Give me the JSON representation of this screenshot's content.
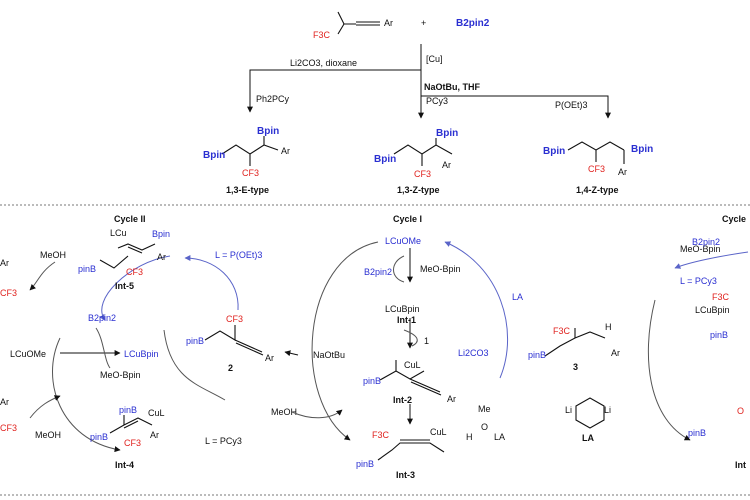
{
  "colors": {
    "blue": "#2a2fd1",
    "red": "#e0231f",
    "black": "#111111",
    "cycle_arrow": "#5a64c8"
  },
  "top": {
    "substrate_ar": "Ar",
    "substrate_cf3": "F3C",
    "plus": "+",
    "reagent": "B2pin2",
    "cu": "[Cu]",
    "left_cond": "Li2CO3, dioxane",
    "base": "NaOtBu, THF",
    "left_ligand": "Ph2PCy",
    "mid_ligand": "PCy3",
    "right_ligand": "P(OEt)3"
  },
  "products": [
    {
      "bpin_top": "Bpin",
      "bpin_left": "Bpin",
      "cf3": "CF3",
      "ar": "Ar",
      "label": "1,3-E-type"
    },
    {
      "bpin_top": "Bpin",
      "bpin_left": "Bpin",
      "cf3": "CF3",
      "ar": "Ar",
      "label": "1,3-Z-type"
    },
    {
      "bpin_top": "Bpin",
      "bpin_left": "Bpin",
      "cf3": "CF3",
      "ar": "Ar",
      "label": "1,4-Z-type"
    }
  ],
  "cycle1": {
    "title": "Cycle I",
    "lcuome": "LCuOMe",
    "b2pin2": "B2pin2",
    "meobpin": "MeO-Bpin",
    "lcubpin": "LCuBpin",
    "int1": "Int-1",
    "one": "1",
    "pinb": "pinB",
    "culr": "CuL",
    "int2": "Int-2",
    "f3c": "F3C",
    "int3": "Int-3",
    "la": "LA",
    "li2co3": "Li2CO3",
    "naotbu": "NaOtBu",
    "meoh": "MeOH",
    "me": "Me",
    "h": "H",
    "o": "O",
    "la2": "LA",
    "li": "Li",
    "la_label": "LA",
    "three": "3",
    "h2": "H",
    "ar": "Ar"
  },
  "cycle2": {
    "title": "Cycle II",
    "lcu": "LCu",
    "bpin": "Bpin",
    "ar": "Ar",
    "pinb": "pinB",
    "cf3": "CF3",
    "int5": "Int-5",
    "meoh": "MeOH",
    "lpoet": "L = P(OEt)3",
    "b2pin2": "B2pin2",
    "lcuome": "LCuOMe",
    "lcubpin": "LCuBpin",
    "meobpin": "MeO-Bpin",
    "two": "2",
    "lpcy": "L = PCy3",
    "int4": "Int-4",
    "cul": "CuL",
    "meoh2": "MeOH",
    "ar_left": "Ar",
    "cf3_left": "CF3",
    "ar_left2": "Ar",
    "cf3_left2": "CF3"
  },
  "cycle3": {
    "title": "Cycle",
    "meobpin": "MeO-Bpin",
    "b2pin2": "B2pin2",
    "lpcy": "L = PCy3",
    "lcubpin": "LCuBpin",
    "f3c": "F3C",
    "pinb": "pinB",
    "pinb2": "pinB",
    "int": "Int",
    "o": "O"
  }
}
